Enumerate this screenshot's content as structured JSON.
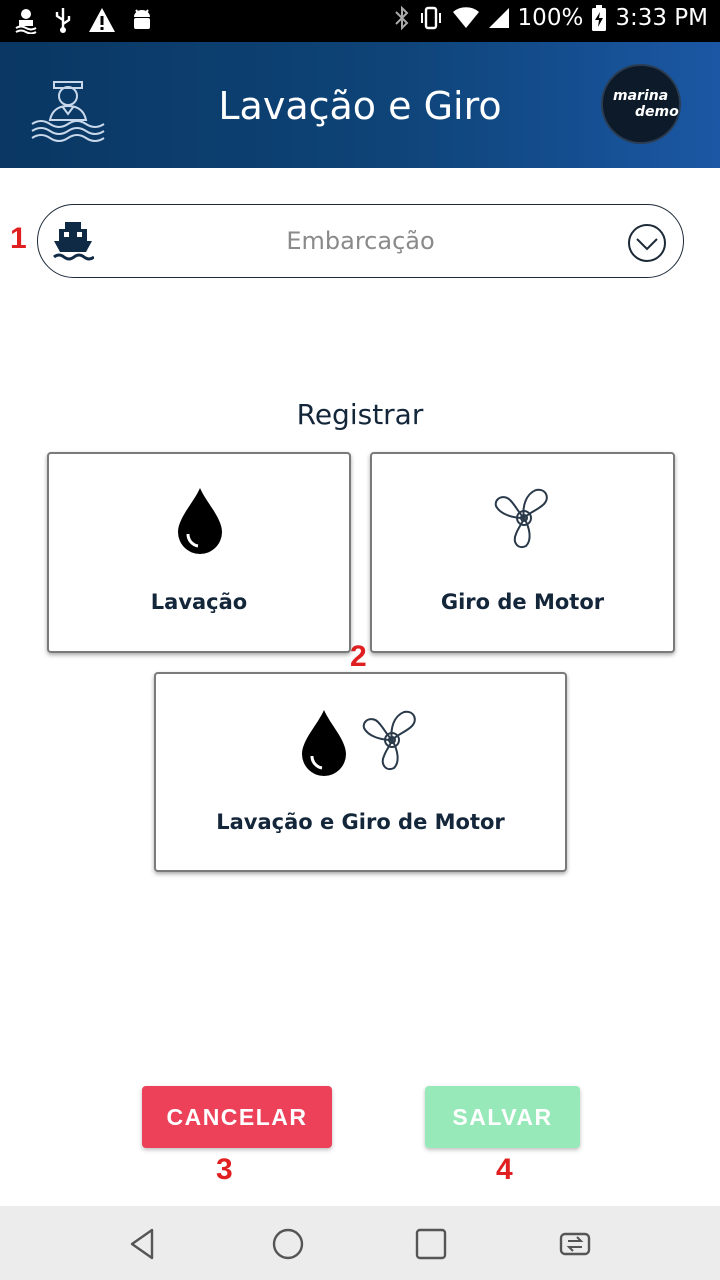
{
  "status_bar": {
    "battery": "100%",
    "time": "3:33 PM"
  },
  "header": {
    "title": "Lavação e Giro",
    "badge_line1": "marina",
    "badge_line2": "demo"
  },
  "markers": [
    "1",
    "2",
    "3",
    "4"
  ],
  "vessel_select": {
    "placeholder": "Embarcação"
  },
  "register": {
    "title": "Registrar",
    "options": [
      {
        "label": "Lavação",
        "icon": "water-drop-icon"
      },
      {
        "label": "Giro de Motor",
        "icon": "propeller-icon"
      },
      {
        "label": "Lavação e Giro de Motor",
        "icon": "drop-and-propeller-icon"
      }
    ]
  },
  "actions": {
    "cancel_label": "CANCELAR",
    "save_label": "SALVAR"
  },
  "colors": {
    "header_start": "#0a3763",
    "header_end": "#1b57a4",
    "cancel": "#ec4159",
    "save_disabled": "#98e9b9",
    "marker": "#e02020",
    "text_dark": "#14263a"
  }
}
